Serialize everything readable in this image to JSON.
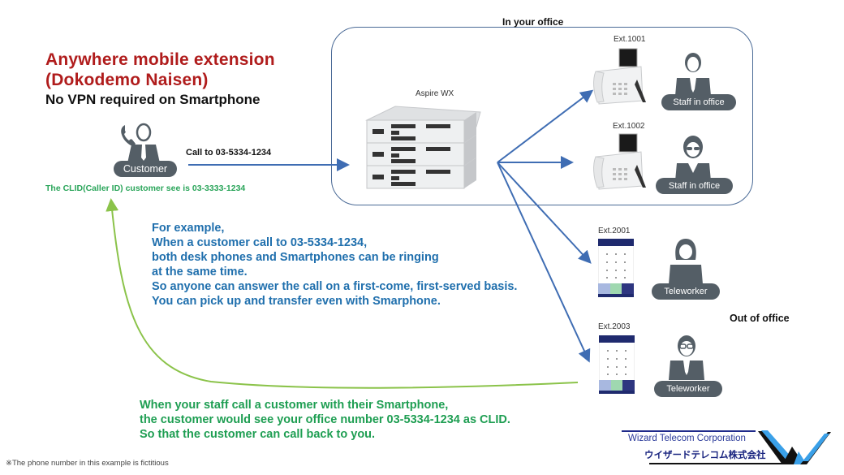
{
  "title": {
    "line1": "Anywhere mobile extension",
    "line2": "(Dokodemo Naisen)",
    "subtitle": "No VPN required on Smartphone"
  },
  "customer": {
    "label": "Customer",
    "call_label": "Call to 03-5334-1234",
    "clid_note": "The CLID(Caller ID) customer see is 03-3333-1234"
  },
  "office": {
    "heading": "In your office",
    "pbx_label": "Aspire WX",
    "extensions": [
      {
        "ext": "Ext.1001",
        "role": "Staff in office",
        "device": "desk-phone"
      },
      {
        "ext": "Ext.1002",
        "role": "Staff in office",
        "device": "desk-phone"
      }
    ]
  },
  "remote": {
    "heading": "Out of office",
    "extensions": [
      {
        "ext": "Ext.2001",
        "role": "Teleworker",
        "device": "smartphone"
      },
      {
        "ext": "Ext.2003",
        "role": "Teleworker",
        "device": "smartphone"
      }
    ]
  },
  "example_text": [
    "For example,",
    "When a customer call to 03-5334-1234,",
    "both desk phones and Smartphones can be ringing",
    "at the same time.",
    "So anyone can answer the call on a first-come, first-served basis.",
    "You can pick up and transfer even with Smarphone."
  ],
  "callback_text": [
    "When your staff call a customer with their Smartphone,",
    "the customer would see your office number 03-5334-1234 as CLID.",
    "So that the customer can call back to you."
  ],
  "footnote": "※The phone number in this example is fictitious",
  "logo": {
    "name_en": "Wizard Telecom Corporation",
    "name_jp": "ウイザードテレコム株式会社"
  },
  "colors": {
    "title_red": "#b01c1c",
    "arrow_blue": "#3f6db3",
    "callback_green": "#8bc34a",
    "text_blue": "#1f6fad",
    "text_green": "#1e9e52",
    "pill_gray": "#545e66"
  }
}
